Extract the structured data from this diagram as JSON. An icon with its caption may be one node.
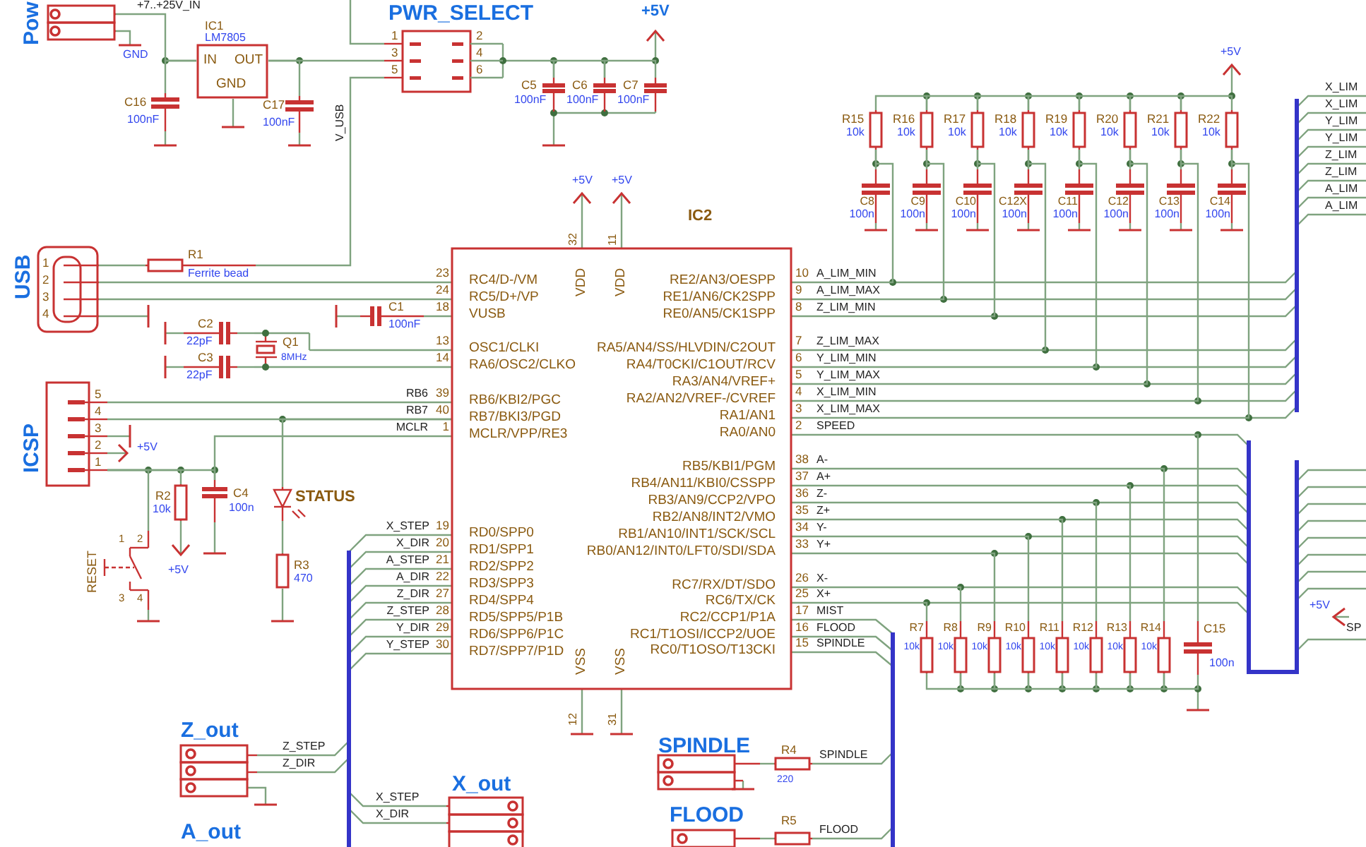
{
  "diagram": {
    "nodes": [
      {
        "text": [
          "Pow"
        ]
      },
      {
        "text": [
          "IC1",
          "LM7805",
          "IN",
          "OUT",
          "GND"
        ]
      },
      {
        "text": [
          "C16",
          "100nF"
        ]
      },
      {
        "text": [
          "C17",
          "100nF"
        ]
      },
      {
        "text": [
          "PWR_SELECT",
          "1",
          "2",
          "3",
          "4",
          "5",
          "6"
        ]
      },
      {
        "text": [
          "C5",
          "100nF"
        ]
      },
      {
        "text": [
          "C6",
          "100nF"
        ]
      },
      {
        "text": [
          "C7",
          "100nF"
        ]
      },
      {
        "text": [
          "USB",
          "1",
          "2",
          "3",
          "4"
        ]
      },
      {
        "text": [
          "R1",
          "Ferrite bead"
        ]
      },
      {
        "text": [
          "C1",
          "100nF"
        ]
      },
      {
        "text": [
          "C2",
          "22pF"
        ]
      },
      {
        "text": [
          "C3",
          "22pF"
        ]
      },
      {
        "text": [
          "Q1",
          "8MHz"
        ]
      },
      {
        "text": [
          "ICSP",
          "5",
          "4",
          "3",
          "2",
          "1"
        ]
      },
      {
        "text": [
          "R2",
          "10k"
        ]
      },
      {
        "text": [
          "C4",
          "100n"
        ]
      },
      {
        "text": [
          "1",
          "2",
          "RESET",
          "3",
          "4"
        ]
      },
      {
        "text": [
          "STATUS"
        ]
      },
      {
        "text": [
          "R3",
          "470"
        ]
      },
      {
        "text": [
          "IC2",
          "RC4/D-/VM",
          "RC5/D+/VP",
          "VUSB",
          "OSC1/CLKI",
          "RA6/OSC2/CLKO",
          "RB6/KBI2/PGC",
          "RB7/BKI3/PGD",
          "MCLR/VPP/RE3",
          "RD0/SPP0",
          "RD1/SPP1",
          "RD2/SPP2",
          "RD3/SPP3",
          "RD4/SPP4",
          "RD5/SPP5/P1B",
          "RD6/SPP6/P1C",
          "RD7/SPP7/P1D",
          "VDD",
          "VDD",
          "VSS",
          "VSS",
          "RE2/AN3/OESPP",
          "RE1/AN6/CK2SPP",
          "RE0/AN5/CK1SPP",
          "RA5/AN4/SS/HLVDIN/C2OUT",
          "RA4/T0CKI/C1OUT/RCV",
          "RA3/AN4/VREF+",
          "RA2/AN2/VREF-/CVREF",
          "RA1/AN1",
          "RA0/AN0",
          "RB5/KBI1/PGM",
          "RB4/AN11/KBI0/CSSPP",
          "RB3/AN9/CCP2/VPO",
          "RB2/AN8/INT2/VMO",
          "RB1/AN10/INT1/SCK/SCL",
          "RB0/AN12/INT0/LFT0/SDI/SDA",
          "RC7/RX/DT/SDO",
          "RC6/TX/CK",
          "RC2/CCP1/P1A",
          "RC1/T1OSI/ICCP2/UOE",
          "RC0/T1OSO/T13CKI"
        ]
      },
      {
        "text": [
          "R15",
          "10k"
        ]
      },
      {
        "text": [
          "R16",
          "10k"
        ]
      },
      {
        "text": [
          "R17",
          "10k"
        ]
      },
      {
        "text": [
          "R18",
          "10k"
        ]
      },
      {
        "text": [
          "R19",
          "10k"
        ]
      },
      {
        "text": [
          "R20",
          "10k"
        ]
      },
      {
        "text": [
          "R21",
          "10k"
        ]
      },
      {
        "text": [
          "R22",
          "10k"
        ]
      },
      {
        "text": [
          "C8",
          "100n"
        ]
      },
      {
        "text": [
          "C9",
          "100n"
        ]
      },
      {
        "text": [
          "C10",
          "100n"
        ]
      },
      {
        "text": [
          "C12X",
          "100n"
        ]
      },
      {
        "text": [
          "C11",
          "100n"
        ]
      },
      {
        "text": [
          "C12",
          "100n"
        ]
      },
      {
        "text": [
          "C13",
          "100n"
        ]
      },
      {
        "text": [
          "C14",
          "100n"
        ]
      },
      {
        "text": [
          "R7",
          "10k"
        ]
      },
      {
        "text": [
          "R8",
          "10k"
        ]
      },
      {
        "text": [
          "R9",
          "10k"
        ]
      },
      {
        "text": [
          "R10",
          "10k"
        ]
      },
      {
        "text": [
          "R11",
          "10k"
        ]
      },
      {
        "text": [
          "R12",
          "10k"
        ]
      },
      {
        "text": [
          "R13",
          "10k"
        ]
      },
      {
        "text": [
          "R14",
          "10k"
        ]
      },
      {
        "text": [
          "C15",
          "100n"
        ]
      },
      {
        "text": [
          "Z_out"
        ]
      },
      {
        "text": [
          "X_out"
        ]
      },
      {
        "text": [
          "A_out"
        ]
      },
      {
        "text": [
          "SPINDLE"
        ]
      },
      {
        "text": [
          "R4",
          "220"
        ]
      },
      {
        "text": [
          "FLOOD"
        ]
      },
      {
        "text": [
          "R5"
        ]
      }
    ],
    "edges": [
      {
        "from": 0,
        "to": 1,
        "arrow": "none"
      },
      {
        "from": 2,
        "to": 1,
        "arrow": "none"
      },
      {
        "from": 1,
        "to": 3,
        "arrow": "none"
      },
      {
        "from": 1,
        "to": 4,
        "arrow": "none"
      },
      {
        "from": 4,
        "to": 5,
        "arrow": "none"
      },
      {
        "from": 5,
        "to": 6,
        "arrow": "none"
      },
      {
        "from": 6,
        "to": 7,
        "arrow": "none"
      },
      {
        "from": 8,
        "to": 9,
        "arrow": "none"
      },
      {
        "from": 9,
        "to": 4,
        "arrow": "none"
      },
      {
        "from": 8,
        "to": 20,
        "arrow": "none"
      },
      {
        "from": 8,
        "to": 20,
        "arrow": "none"
      },
      {
        "from": 10,
        "to": 20,
        "arrow": "none"
      },
      {
        "from": 11,
        "to": 13,
        "arrow": "none"
      },
      {
        "from": 12,
        "to": 13,
        "arrow": "none"
      },
      {
        "from": 13,
        "to": 20,
        "arrow": "none"
      },
      {
        "from": 13,
        "to": 20,
        "arrow": "none"
      },
      {
        "from": 14,
        "to": 20,
        "arrow": "none"
      },
      {
        "from": 14,
        "to": 20,
        "arrow": "none"
      },
      {
        "from": 14,
        "to": 15,
        "arrow": "none"
      },
      {
        "from": 14,
        "to": 16,
        "arrow": "none"
      },
      {
        "from": 16,
        "to": 20,
        "arrow": "none"
      },
      {
        "from": 14,
        "to": 17,
        "arrow": "none"
      },
      {
        "from": 20,
        "to": 18,
        "arrow": "none"
      },
      {
        "from": 18,
        "to": 19,
        "arrow": "none"
      },
      {
        "from": 21,
        "to": 29,
        "arrow": "none"
      },
      {
        "from": 22,
        "to": 30,
        "arrow": "none"
      },
      {
        "from": 23,
        "to": 31,
        "arrow": "none"
      },
      {
        "from": 24,
        "to": 32,
        "arrow": "none"
      },
      {
        "from": 25,
        "to": 33,
        "arrow": "none"
      },
      {
        "from": 26,
        "to": 34,
        "arrow": "none"
      },
      {
        "from": 27,
        "to": 35,
        "arrow": "none"
      },
      {
        "from": 28,
        "to": 36,
        "arrow": "none"
      },
      {
        "from": 21,
        "to": 20,
        "arrow": "none"
      },
      {
        "from": 22,
        "to": 20,
        "arrow": "none"
      },
      {
        "from": 23,
        "to": 20,
        "arrow": "none"
      },
      {
        "from": 24,
        "to": 20,
        "arrow": "none"
      },
      {
        "from": 25,
        "to": 20,
        "arrow": "none"
      },
      {
        "from": 26,
        "to": 20,
        "arrow": "none"
      },
      {
        "from": 27,
        "to": 20,
        "arrow": "none"
      },
      {
        "from": 28,
        "to": 20,
        "arrow": "none"
      },
      {
        "from": 20,
        "to": 37,
        "arrow": "none"
      },
      {
        "from": 20,
        "to": 38,
        "arrow": "none"
      },
      {
        "from": 20,
        "to": 39,
        "arrow": "none"
      },
      {
        "from": 20,
        "to": 40,
        "arrow": "none"
      },
      {
        "from": 20,
        "to": 41,
        "arrow": "none"
      },
      {
        "from": 20,
        "to": 42,
        "arrow": "none"
      },
      {
        "from": 20,
        "to": 43,
        "arrow": "none"
      },
      {
        "from": 20,
        "to": 44,
        "arrow": "none"
      },
      {
        "from": 20,
        "to": 45,
        "arrow": "none"
      },
      {
        "from": 49,
        "to": 50,
        "arrow": "none"
      },
      {
        "from": 51,
        "to": 52,
        "arrow": "none"
      },
      {
        "from": 21,
        "to": 22,
        "arrow": "none"
      },
      {
        "from": 22,
        "to": 23,
        "arrow": "none"
      },
      {
        "from": 23,
        "to": 24,
        "arrow": "none"
      },
      {
        "from": 24,
        "to": 25,
        "arrow": "none"
      },
      {
        "from": 25,
        "to": 26,
        "arrow": "none"
      },
      {
        "from": 26,
        "to": 27,
        "arrow": "none"
      },
      {
        "from": 27,
        "to": 28,
        "arrow": "none"
      },
      {
        "from": 37,
        "to": 38,
        "arrow": "none"
      },
      {
        "from": 38,
        "to": 39,
        "arrow": "none"
      },
      {
        "from": 39,
        "to": 40,
        "arrow": "none"
      },
      {
        "from": 40,
        "to": 41,
        "arrow": "none"
      },
      {
        "from": 41,
        "to": 42,
        "arrow": "none"
      },
      {
        "from": 42,
        "to": 43,
        "arrow": "none"
      },
      {
        "from": 43,
        "to": 44,
        "arrow": "none"
      },
      {
        "from": 44,
        "to": 45,
        "arrow": "none"
      }
    ],
    "labels": [
      "+7..+25V_IN",
      "GND",
      "+5V",
      "V_USB",
      "+5V",
      "+5V",
      "+5V",
      "X_LIM",
      "X_LIM",
      "Y_LIM",
      "Y_LIM",
      "Z_LIM",
      "Z_LIM",
      "A_LIM",
      "A_LIM",
      "32",
      "11",
      "23",
      "24",
      "18",
      "13",
      "14",
      "RB6",
      "39",
      "RB7",
      "40",
      "MCLR",
      "1",
      "10",
      "A_LIM_MIN",
      "9",
      "A_LIM_MAX",
      "8",
      "Z_LIM_MIN",
      "7",
      "Z_LIM_MAX",
      "6",
      "Y_LIM_MIN",
      "5",
      "Y_LIM_MAX",
      "4",
      "X_LIM_MIN",
      "3",
      "X_LIM_MAX",
      "2",
      "SPEED",
      "+5V",
      "38",
      "A-",
      "37",
      "A+",
      "36",
      "Z-",
      "35",
      "Z+",
      "34",
      "Y-",
      "33",
      "Y+",
      "X_STEP",
      "19",
      "X_DIR",
      "20",
      "A_STEP",
      "21",
      "A_DIR",
      "22",
      "Z_DIR",
      "27",
      "Z_STEP",
      "28",
      "Y_DIR",
      "29",
      "Y_STEP",
      "30",
      "+5V",
      "26",
      "X-",
      "25",
      "X+",
      "17",
      "MIST",
      "16",
      "FLOOD",
      "15",
      "SPINDLE",
      "+5V",
      "SP",
      "12",
      "31",
      "Z_STEP",
      "Z_DIR",
      "SPINDLE",
      "X_STEP",
      "X_DIR",
      "FLOOD"
    ]
  }
}
